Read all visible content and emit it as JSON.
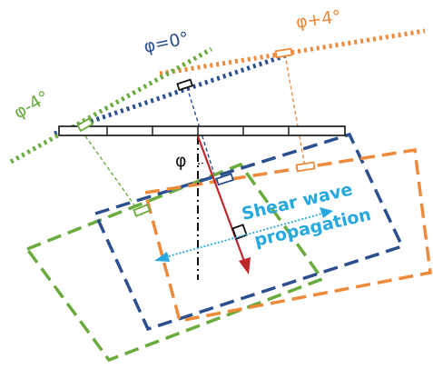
{
  "labels": {
    "phi_zero": "φ=0°",
    "phi_plus": "φ+4°",
    "phi_minus": "φ-4°",
    "phi": "φ",
    "shear_line1": "Shear wave",
    "shear_line2": "propagation"
  },
  "colors": {
    "blue": "#2c4f8f",
    "orange": "#ee8a3c",
    "green": "#6aab3d",
    "red": "#c0272d",
    "cyan": "#27a8df",
    "black": "#111111"
  }
}
